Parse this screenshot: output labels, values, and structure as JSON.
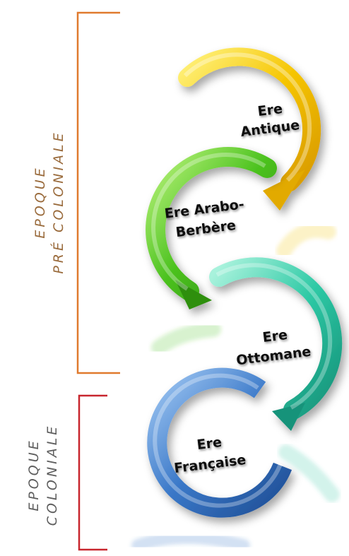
{
  "epochs": [
    {
      "label_line1": "EPOQUE",
      "label_line2": "PRÉ COLONIALE",
      "color": "#e07a2e",
      "text_color": "#9a6b3c"
    },
    {
      "label_line1": "EPOQUE",
      "label_line2": "COLONIALE",
      "color": "#c8262e",
      "text_color": "#5e5e5e"
    }
  ],
  "eras": [
    {
      "line1": "Ere",
      "line2": "Antique",
      "color": "#f2c200",
      "icon": "circular-arrow-icon"
    },
    {
      "line1": "Ere Arabo-",
      "line2": "Berbère",
      "color": "#4cc21f",
      "icon": "circular-arrow-icon"
    },
    {
      "line1": "Ere",
      "line2": "Ottomane",
      "color": "#2ec9a5",
      "icon": "circular-arrow-icon"
    },
    {
      "line1": "Ere",
      "line2": "Française",
      "color": "#3a78c8",
      "icon": "circular-arrow-icon"
    }
  ]
}
